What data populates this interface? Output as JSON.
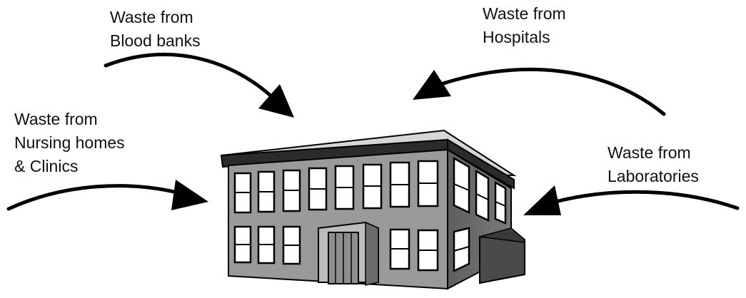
{
  "labels": {
    "blood_banks": {
      "line1": "Waste from",
      "line2": "Blood banks"
    },
    "hospitals": {
      "line1": "Waste from",
      "line2": "Hospitals"
    },
    "nursing_homes": {
      "line1": "Waste from",
      "line2": "Nursing homes",
      "line3": "& Clinics"
    },
    "laboratories": {
      "line1": "Waste from",
      "line2": "Laboratories"
    }
  },
  "colors": {
    "outline": "#000000",
    "front_wall": "#9a9a9a",
    "side_wall": "#6e6e6e",
    "roof_band": "#2b2b2b",
    "roof_top": "#d8d8d8",
    "window": "#ffffff",
    "door": "#8e8e8e",
    "annex": "#4a4a4a"
  },
  "icons": [
    "arrow-icon",
    "building-icon"
  ]
}
